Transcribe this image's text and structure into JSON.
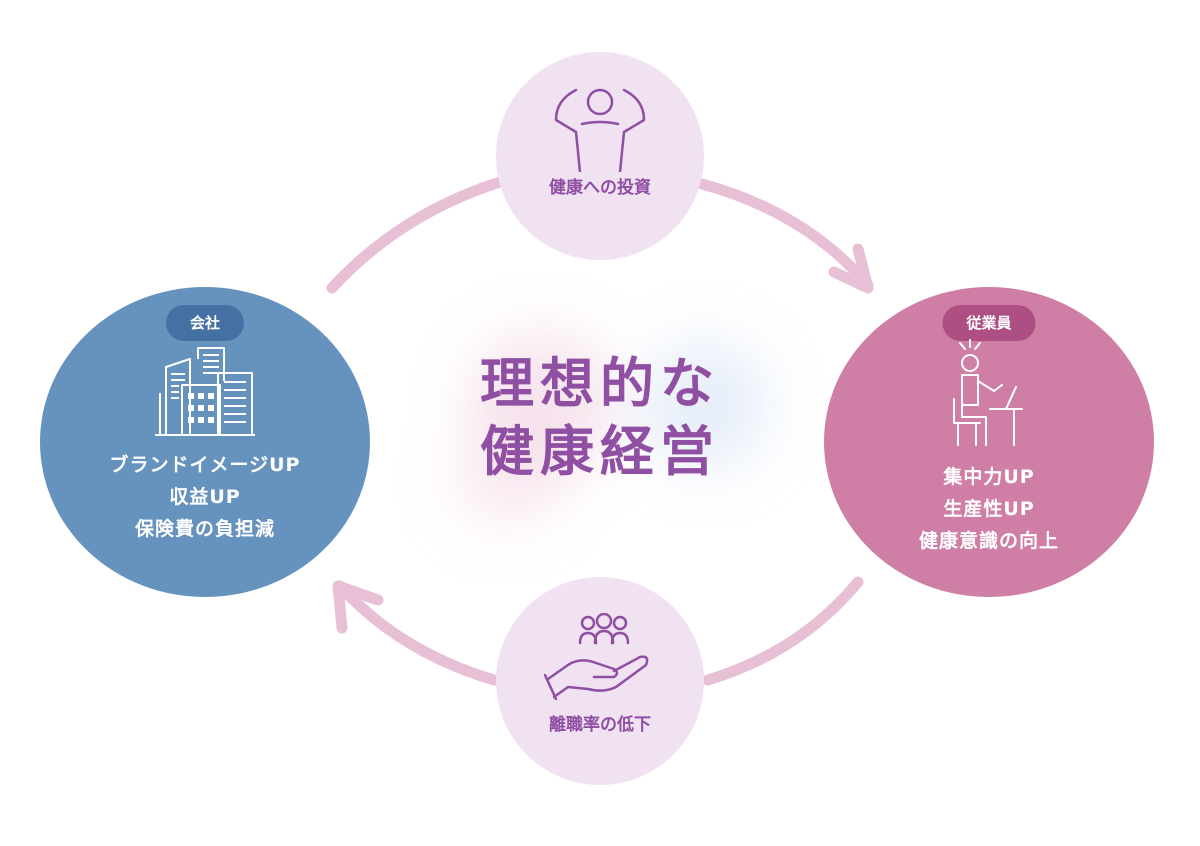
{
  "center": {
    "title_line1": "理想的な",
    "title_line2": "健康経営"
  },
  "company": {
    "badge": "会社",
    "benefits": [
      "ブランドイメージUP",
      "収益UP",
      "保険費の負担減"
    ],
    "icon": "buildings-icon"
  },
  "employee": {
    "badge": "従業員",
    "benefits": [
      "集中力UP",
      "生産性UP",
      "健康意識の向上"
    ],
    "icon": "focused-worker-icon"
  },
  "invest": {
    "label": "健康への投資",
    "icon": "energized-person-icon"
  },
  "retention": {
    "label": "離職率の低下",
    "icon": "hand-holding-people-icon"
  },
  "colors": {
    "company": "#6593be",
    "company_badge": "#4570a3",
    "employee": "#cf7fa5",
    "employee_badge": "#ad4f82",
    "small_circle": "#f1e2f2",
    "accent_text": "#8f4fa3",
    "arrow": "#e8c0d6"
  }
}
